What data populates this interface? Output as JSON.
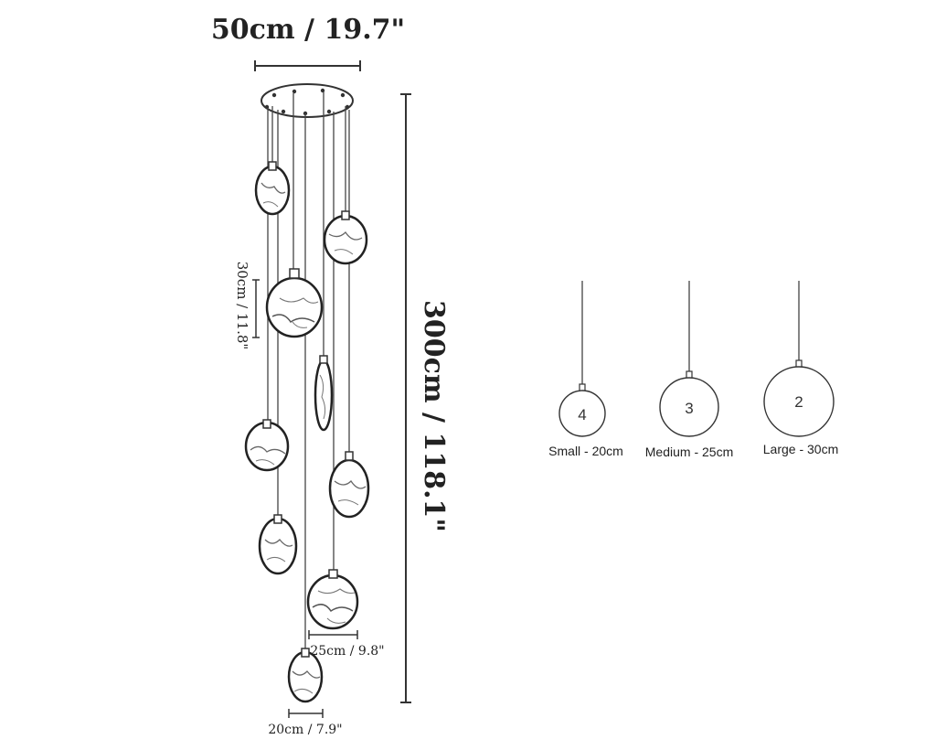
{
  "dimensions": {
    "width_label": "50cm / 19.7\"",
    "height_label": "300cm / 118.1\"",
    "pendant_l_label": "30cm / 11.8\"",
    "pendant_m_label": "25cm / 9.8\"",
    "pendant_s_label": "20cm / 7.9\""
  },
  "legend": [
    {
      "count": "4",
      "label": "Small - 20cm"
    },
    {
      "count": "3",
      "label": "Medium - 25cm"
    },
    {
      "count": "2",
      "label": "Large - 30cm"
    }
  ],
  "colors": {
    "line": "#333333",
    "text": "#222222",
    "stone": "#6b6b6b"
  }
}
